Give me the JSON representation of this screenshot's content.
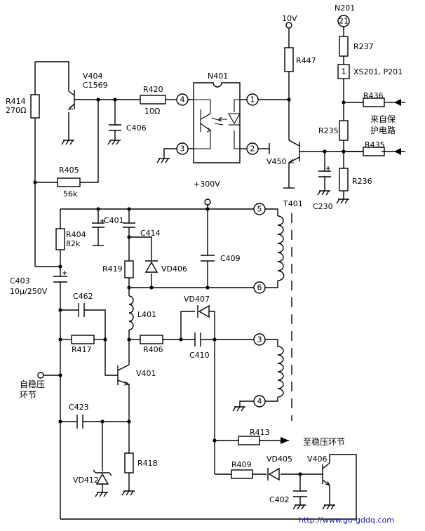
{
  "supply": {
    "v10": "10V",
    "v300": "+300V"
  },
  "connectors": {
    "n201": "N201",
    "n201_pin": "21",
    "xs201_pin": "1",
    "xs201": "XS201, P201"
  },
  "ic": {
    "n401": "N401",
    "pins": [
      "1",
      "2",
      "3",
      "4"
    ]
  },
  "transformer": {
    "name": "T401",
    "pins": [
      "5",
      "6",
      "3",
      "4"
    ]
  },
  "transistors": {
    "v404": "V404",
    "v404_type": "C1569",
    "v450": "V450",
    "v401": "V401",
    "v406": "V406"
  },
  "resistors": {
    "r414": "R414",
    "r414_val": "270Ω",
    "r420": "R420",
    "r420_val": "10Ω",
    "r405": "R405",
    "r405_val": "56k",
    "r404": "R404",
    "r404_val": "82k",
    "r447": "R447",
    "r237": "R237",
    "r436": "R436",
    "r235": "R235",
    "r435": "R435",
    "r236": "R236",
    "r419": "R419",
    "r417": "R417",
    "r406": "R406",
    "r418": "R418",
    "r413": "R413",
    "r409": "R409"
  },
  "capacitors": {
    "c406": "C406",
    "c401": "C401",
    "c414": "C414",
    "c409": "C409",
    "c403": "C403",
    "c403_val": "10μ/250V",
    "c462": "C462",
    "c410": "C410",
    "c423": "C423",
    "c402": "C402",
    "c230": "C230"
  },
  "diodes": {
    "vd406": "VD406",
    "vd407": "VD407",
    "vd405": "VD405",
    "vd412": "VD412"
  },
  "inductors": {
    "l401": "L401"
  },
  "annotations": {
    "from_protect_1": "来自保",
    "from_protect_2": "护电路",
    "self_stab_1": "自稳压",
    "self_stab_2": "环节",
    "to_stab": "至稳压环节"
  },
  "watermark": "http://www.go-gddq.com",
  "colors": {
    "ink": "#000000",
    "watermark": "#1a1aa0",
    "background": "#ffffff"
  }
}
